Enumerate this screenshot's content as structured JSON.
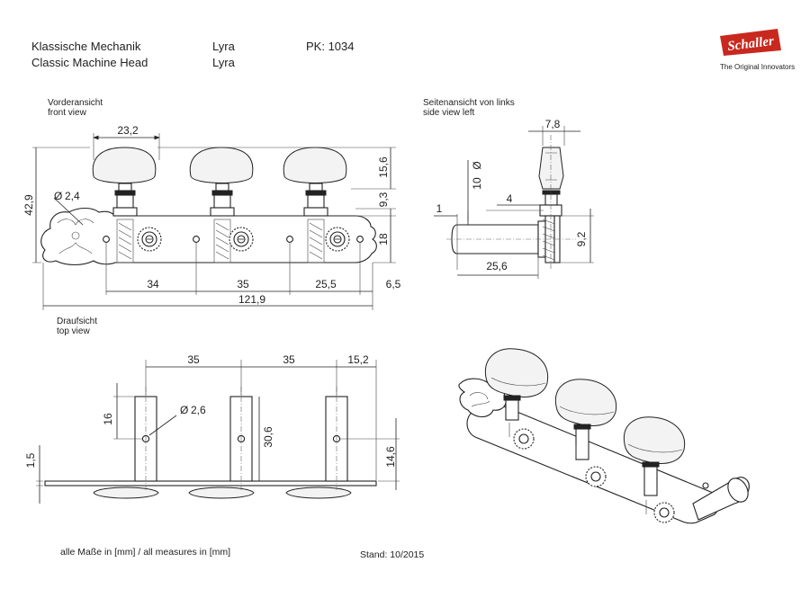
{
  "header": {
    "name_de": "Klassische Mechanik",
    "name_en": "Classic Machine Head",
    "model_de": "Lyra",
    "model_en": "Lyra",
    "part_number": "PK: 1034"
  },
  "logo": {
    "brand": "Schaller",
    "tagline": "The Original Innovators",
    "color": "#c8281e"
  },
  "views": {
    "front": {
      "label_de": "Vorderansicht",
      "label_en": "front view"
    },
    "side": {
      "label_de": "Seitenansicht von links",
      "label_en": "side view left"
    },
    "top": {
      "label_de": "Draufsicht",
      "label_en": "top view"
    }
  },
  "dimensions": {
    "front": {
      "button_width": "23,2",
      "button_height": "15,6",
      "overall_height": "42,9",
      "hole_dia": "2,4",
      "post_offset": "9,3",
      "plate_height": "18",
      "spacing_1": "34",
      "spacing_2": "35",
      "spacing_3": "25,5",
      "end_offset": "6,5",
      "total_length": "121,9"
    },
    "side": {
      "button_thickness": "7,8",
      "post_dia": "10",
      "collar": "4",
      "step": "1",
      "post_length": "25,6",
      "plate_part": "9,2"
    },
    "top": {
      "spacing_1": "35",
      "spacing_2": "35",
      "end_offset": "15,2",
      "hole_height": "16",
      "hole_dia": "2,6",
      "post_height": "30,6",
      "hole_from_plate": "14,6",
      "plate_thickness": "1,5"
    }
  },
  "footer": {
    "units_note": "alle Maße in [mm] / all measures in [mm]",
    "date": "Stand: 10/2015"
  }
}
